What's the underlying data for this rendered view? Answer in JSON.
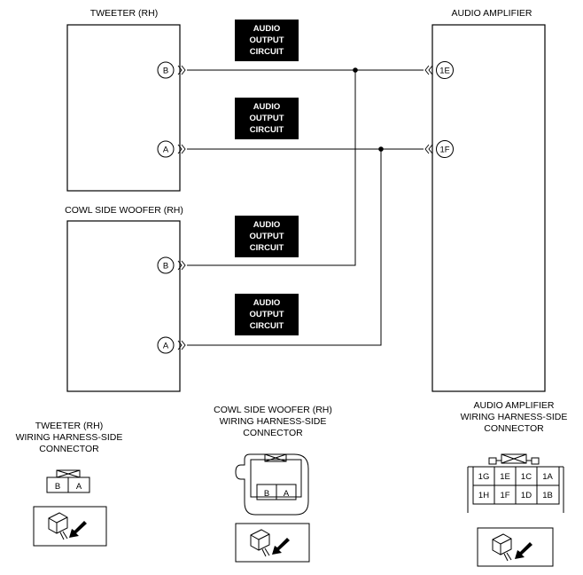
{
  "components": {
    "tweeter": {
      "title": "TWEETER (RH)",
      "pin_b": "B",
      "pin_a": "A"
    },
    "woofer": {
      "title": "COWL SIDE WOOFER (RH)",
      "pin_b": "B",
      "pin_a": "A"
    },
    "amplifier": {
      "title": "AUDIO AMPLIFIER",
      "pin_1e": "1E",
      "pin_1f": "1F"
    }
  },
  "circuit_boxes": [
    {
      "lines": [
        "AUDIO",
        "OUTPUT",
        "CIRCUIT"
      ]
    },
    {
      "lines": [
        "AUDIO",
        "OUTPUT",
        "CIRCUIT"
      ]
    },
    {
      "lines": [
        "AUDIO",
        "OUTPUT",
        "CIRCUIT"
      ]
    },
    {
      "lines": [
        "AUDIO",
        "OUTPUT",
        "CIRCUIT"
      ]
    }
  ],
  "connectors": {
    "tweeter": {
      "title_lines": [
        "TWEETER (RH)",
        "WIRING HARNESS-SIDE",
        "CONNECTOR"
      ],
      "cells": [
        "B",
        "A"
      ]
    },
    "woofer": {
      "title_lines": [
        "COWL SIDE WOOFER (RH)",
        "WIRING HARNESS-SIDE",
        "CONNECTOR"
      ],
      "cells": [
        "B",
        "A"
      ]
    },
    "amplifier": {
      "title_lines": [
        "AUDIO AMPLIFIER",
        "WIRING HARNESS-SIDE",
        "CONNECTOR"
      ],
      "top_row": [
        "1G",
        "1E",
        "1C",
        "1A"
      ],
      "bottom_row": [
        "1H",
        "1F",
        "1D",
        "1B"
      ]
    }
  }
}
